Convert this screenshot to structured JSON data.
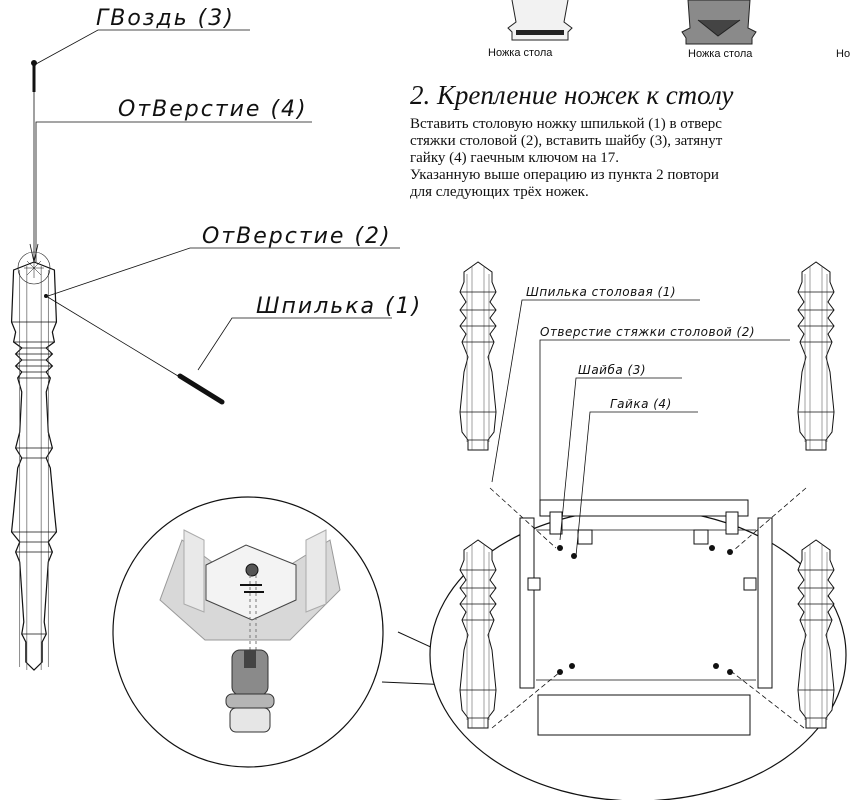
{
  "left_labels": {
    "nail": "ГВоздь (3)",
    "hole4": "ОтВерстие (4)",
    "hole2": "ОтВерстие (2)",
    "stud1": "Шпилька (1)"
  },
  "captions": [
    "Ножка стола",
    "Ножка стола",
    "Но"
  ],
  "section": {
    "title": "2. Крепление ножек к столу",
    "lines": [
      "Вставить столовую ножку шпилькой (1) в отверс",
      "стяжки столовой (2), вставить шайбу (3), затянут",
      "гайку (4) гаечным ключом на 17.",
      "Указанную выше операцию из пункта 2 повтори",
      "для следующих трёх ножек."
    ]
  },
  "right_labels": {
    "stud": "Шпилька столовая (1)",
    "hole": "Отверстие стяжки столовой (2)",
    "washer": "Шайба (3)",
    "nut": "Гайка (4)"
  }
}
